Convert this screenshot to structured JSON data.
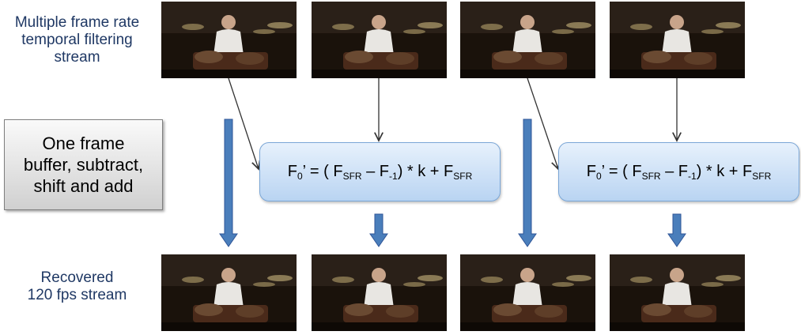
{
  "labels": {
    "top": "Multiple frame rate temporal filtering stream",
    "bottom_line1": "Recovered",
    "bottom_line2": "120 fps stream"
  },
  "process_box": {
    "line1": "One frame",
    "line2": "buffer, subtract,",
    "line3": "shift and add"
  },
  "formula": {
    "lhs": "F",
    "lhs_sub": "0",
    "prime_eq": "’ = ( F",
    "sfr": "SFR",
    "minus": " – F",
    "m1": "-1",
    "tail": ") * k + F",
    "sfr2": "SFR"
  },
  "colors": {
    "label_text": "#1f3864",
    "arrow_fill": "#4a7ebb",
    "arrow_stroke": "#2f5597",
    "formula_fill": "#c9def5",
    "formula_border": "#7aa6d6"
  }
}
